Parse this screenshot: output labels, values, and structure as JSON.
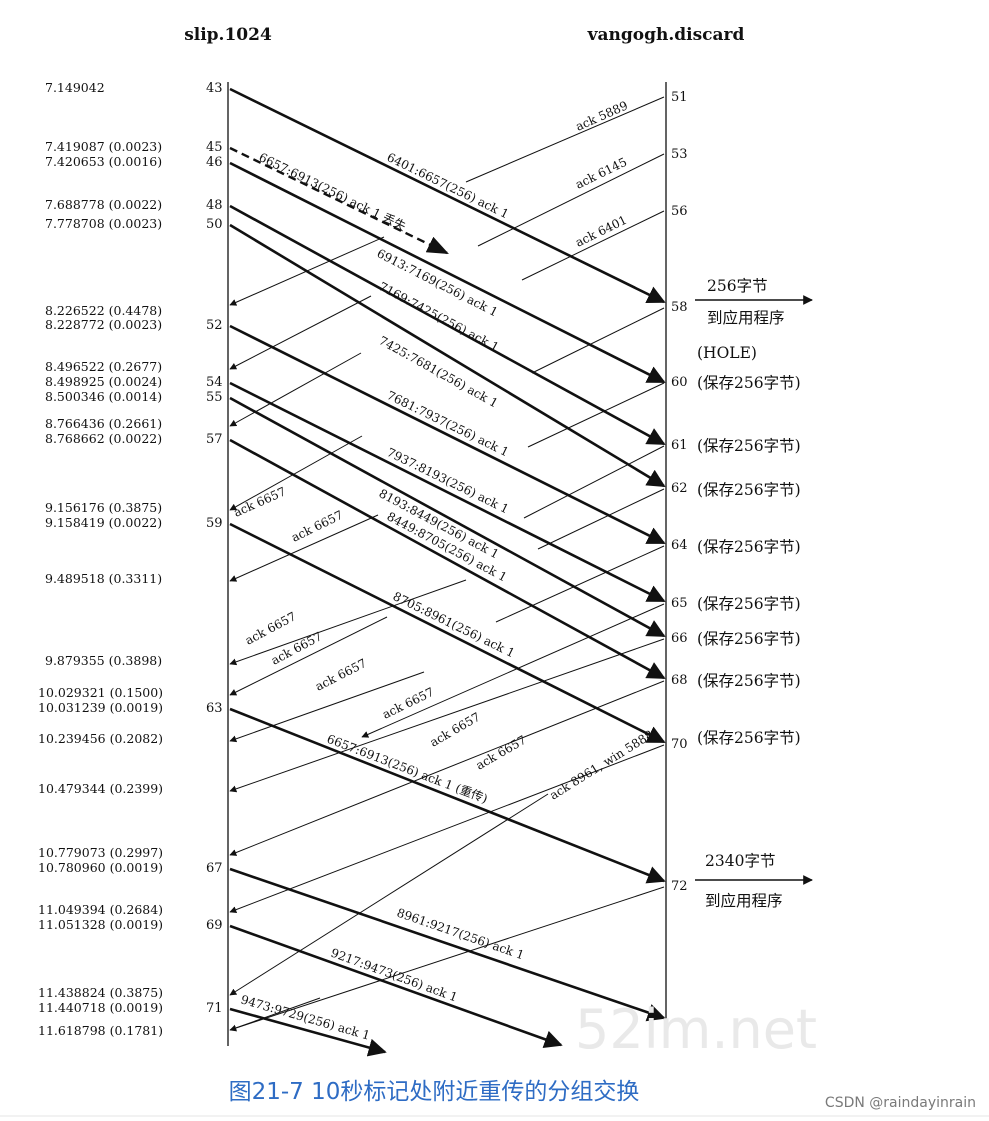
{
  "hosts": {
    "left": "slip.1024",
    "right": "vangogh.discard"
  },
  "timestamps": [
    {
      "time": "7.149042",
      "seg": "43"
    },
    {
      "time": "7.419087 (0.0023)",
      "seg": "45"
    },
    {
      "time": "7.420653 (0.0016)",
      "seg": "46"
    },
    {
      "time": "7.688778 (0.0022)",
      "seg": "48"
    },
    {
      "time": "7.778708 (0.0023)",
      "seg": "50"
    },
    {
      "time": "8.226522 (0.4478)",
      "seg": ""
    },
    {
      "time": "8.228772 (0.0023)",
      "seg": "52"
    },
    {
      "time": "8.496522 (0.2677)",
      "seg": ""
    },
    {
      "time": "8.498925 (0.0024)",
      "seg": "54"
    },
    {
      "time": "8.500346 (0.0014)",
      "seg": "55"
    },
    {
      "time": "8.766436 (0.2661)",
      "seg": ""
    },
    {
      "time": "8.768662 (0.0022)",
      "seg": "57"
    },
    {
      "time": "9.156176 (0.3875)",
      "seg": ""
    },
    {
      "time": "9.158419 (0.0022)",
      "seg": "59"
    },
    {
      "time": "9.489518 (0.3311)",
      "seg": ""
    },
    {
      "time": "9.879355 (0.3898)",
      "seg": ""
    },
    {
      "time": "10.029321 (0.1500)",
      "seg": ""
    },
    {
      "time": "10.031239 (0.0019)",
      "seg": "63"
    },
    {
      "time": "10.239456 (0.2082)",
      "seg": ""
    },
    {
      "time": "10.479344 (0.2399)",
      "seg": ""
    },
    {
      "time": "10.779073 (0.2997)",
      "seg": ""
    },
    {
      "time": "10.780960 (0.0019)",
      "seg": "67"
    },
    {
      "time": "11.049394 (0.2684)",
      "seg": ""
    },
    {
      "time": "11.051328 (0.0019)",
      "seg": "69"
    },
    {
      "time": "11.438824 (0.3875)",
      "seg": ""
    },
    {
      "time": "11.440718 (0.0019)",
      "seg": "71"
    },
    {
      "time": "11.618798 (0.1781)",
      "seg": ""
    }
  ],
  "right_segments": [
    "51",
    "53",
    "56",
    "58",
    "60",
    "61",
    "62",
    "64",
    "65",
    "66",
    "68",
    "70",
    "72"
  ],
  "data_segments": [
    {
      "label": "6401:6657(256) ack 1",
      "lost": false
    },
    {
      "label": "6657:6913(256) ack 1 丢失",
      "lost": true
    },
    {
      "label": "6913:7169(256) ack 1",
      "lost": false
    },
    {
      "label": "7169:7425(256) ack 1",
      "lost": false
    },
    {
      "label": "7425:7681(256) ack 1",
      "lost": false
    },
    {
      "label": "7681:7937(256) ack 1",
      "lost": false
    },
    {
      "label": "7937:8193(256) ack 1",
      "lost": false
    },
    {
      "label": "8193:8449(256) ack 1",
      "lost": false
    },
    {
      "label": "8449:8705(256) ack 1",
      "lost": false
    },
    {
      "label": "8705:8961(256) ack 1",
      "lost": false
    },
    {
      "label": "6657:6913(256) ack 1 (重传)",
      "lost": false
    },
    {
      "label": "8961:9217(256) ack 1",
      "lost": false
    },
    {
      "label": "9217:9473(256) ack 1",
      "lost": false
    },
    {
      "label": "9473:9729(256) ack 1",
      "lost": false
    }
  ],
  "ack_segments": [
    "ack 5889",
    "ack 6145",
    "ack 6401",
    "ack 6657",
    "ack 6657",
    "ack 6657",
    "ack 6657",
    "ack 6657",
    "ack 6657",
    "ack 6657",
    "ack 6657",
    "ack 8961, win 5888"
  ],
  "annotations": {
    "deliver1_bytes": "256字节",
    "deliver1_dest": "到应用程序",
    "hole": "(HOLE)",
    "saved": "(保存256字节)",
    "deliver2_bytes": "2340字节",
    "deliver2_dest": "到应用程序"
  },
  "watermark": "52im.net",
  "caption": "图21-7 10秒标记处附近重传的分组交换",
  "credit": "CSDN @raindayinrain"
}
